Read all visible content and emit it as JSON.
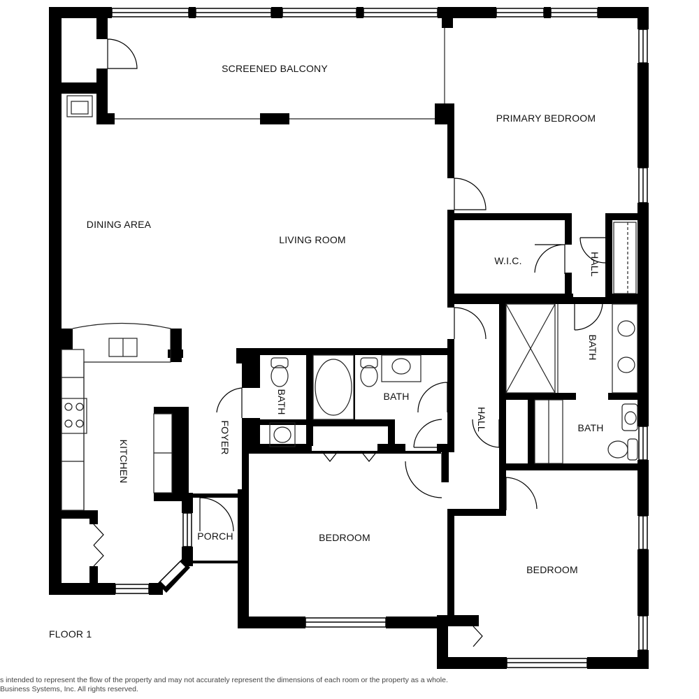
{
  "rooms": {
    "screened_balcony": "SCREENED BALCONY",
    "primary_bedroom": "PRIMARY BEDROOM",
    "dining_area": "DINING AREA",
    "living_room": "LIVING ROOM",
    "wic": "W.I.C.",
    "hall_primary": "HALL",
    "bath_primary": "BATH",
    "bath_foyer": "BATH",
    "bath_center": "BATH",
    "bath_right": "BATH",
    "hall_center": "HALL",
    "foyer": "FOYER",
    "kitchen": "KITCHEN",
    "porch": "PORCH",
    "bedroom_center": "BEDROOM",
    "bedroom_right": "BEDROOM"
  },
  "floor_label": "FLOOR 1",
  "disclaimer": {
    "line1": "s intended to represent the flow of the property and may not accurately represent the dimensions of each room or the property as a whole.",
    "line2": "Business Systems, Inc. All rights reserved."
  },
  "colors": {
    "wall": "#000000",
    "background": "#ffffff",
    "fixture_line": "#222222"
  }
}
